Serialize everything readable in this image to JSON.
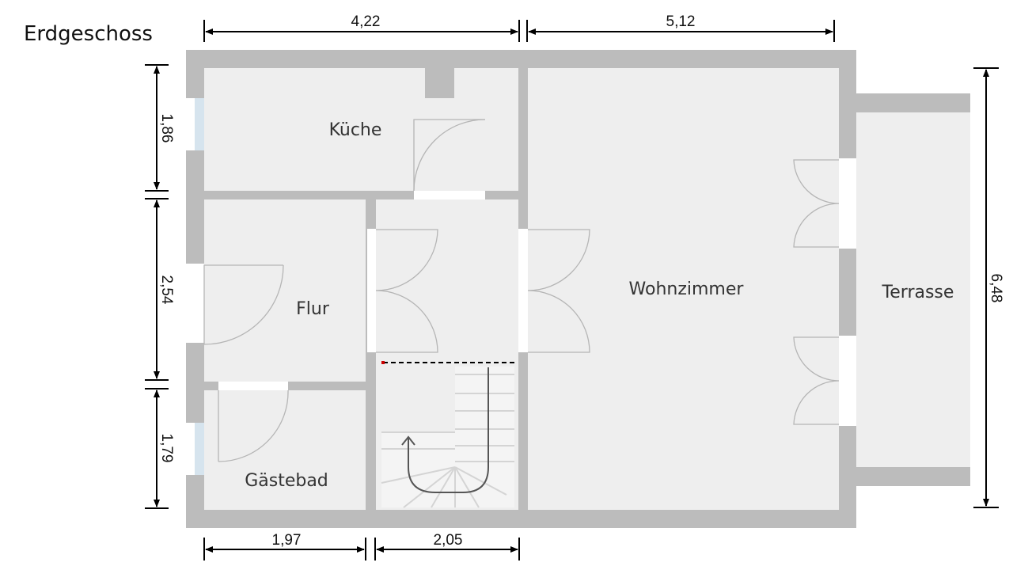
{
  "title": "Erdgeschoss",
  "rooms": {
    "kueche": "Küche",
    "flur": "Flur",
    "gaestebad": "Gästebad",
    "wohnzimmer": "Wohnzimmer",
    "terrasse": "Terrasse"
  },
  "dimensions": {
    "top_left": "4,22",
    "top_right": "5,12",
    "left_top": "1,86",
    "left_mid": "2,54",
    "left_bottom": "1,79",
    "right": "6,48",
    "bottom_left": "1,97",
    "bottom_mid": "2,05"
  },
  "colors": {
    "wall": "#bcbcbc",
    "floor": "#eeeeee",
    "window": "#d6e4ee",
    "door_arc": "#b5b5b5",
    "dim_line": "#000000"
  }
}
